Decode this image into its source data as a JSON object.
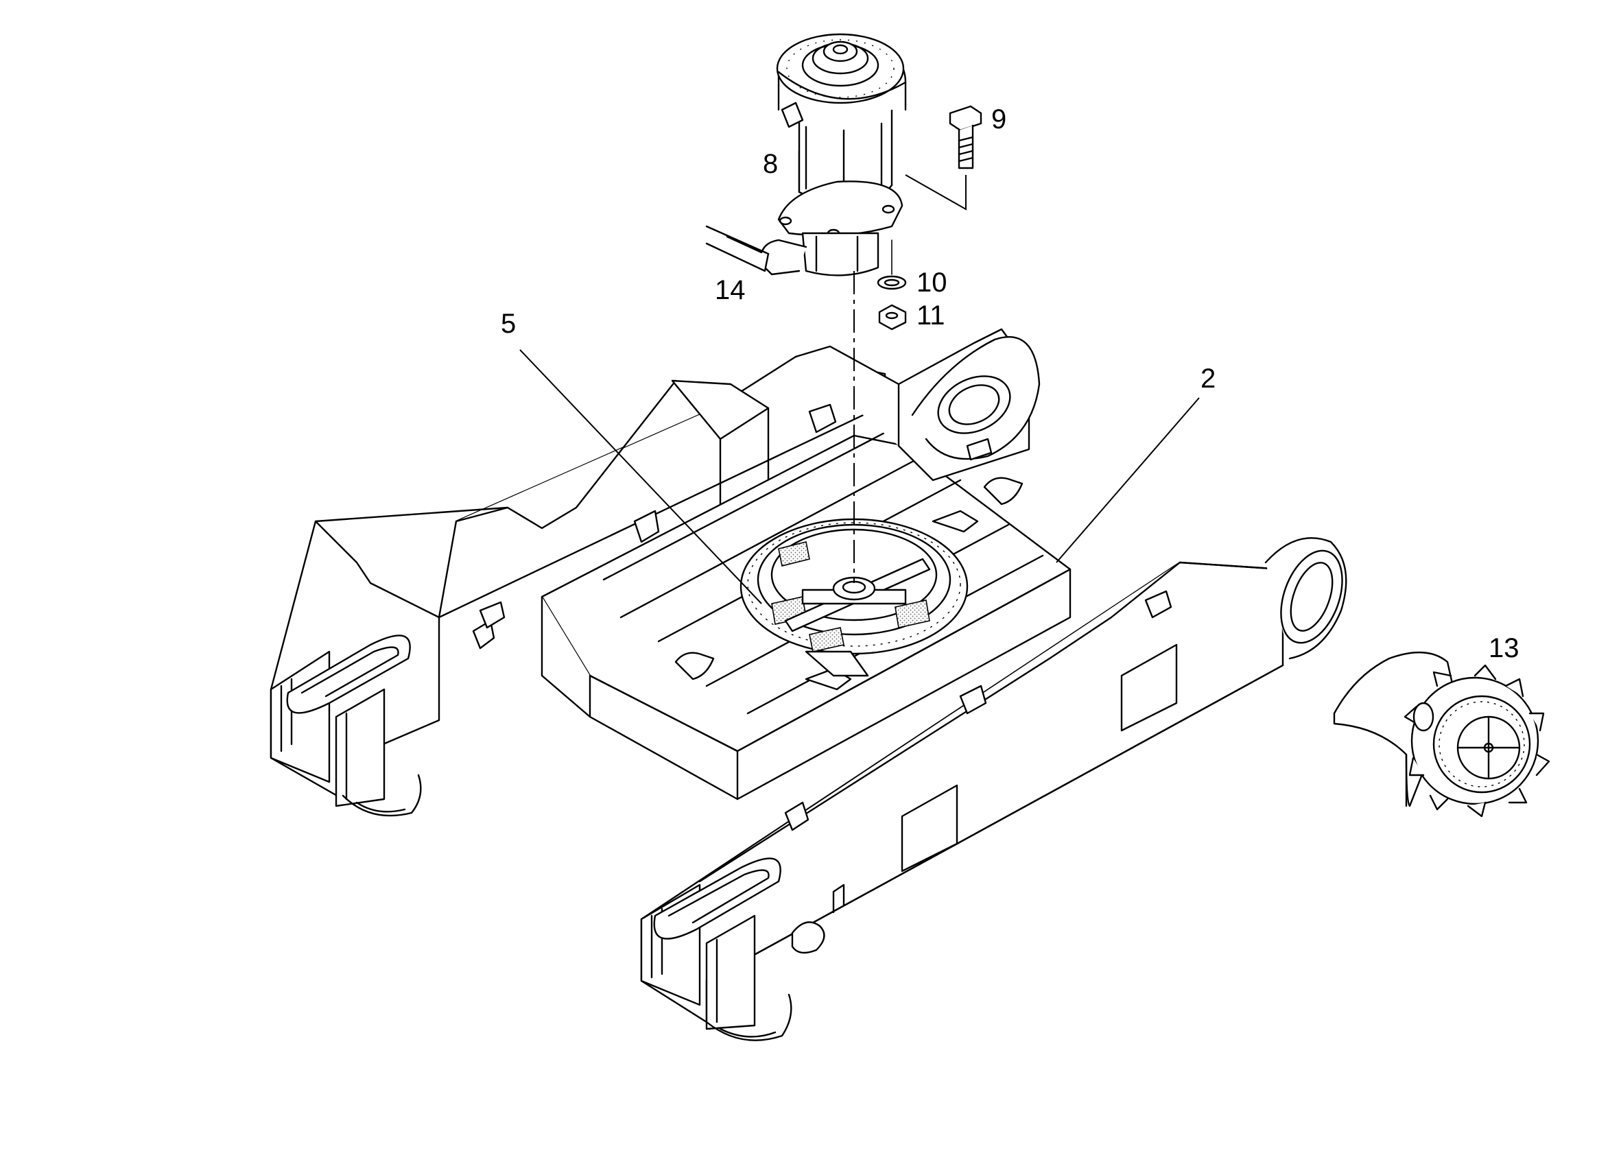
{
  "callouts": [
    {
      "id": "c8",
      "label": "8"
    },
    {
      "id": "c9",
      "label": "9"
    },
    {
      "id": "c10",
      "label": "10"
    },
    {
      "id": "c11",
      "label": "11"
    },
    {
      "id": "c14",
      "label": "14"
    },
    {
      "id": "c5",
      "label": "5"
    },
    {
      "id": "c2",
      "label": "2"
    },
    {
      "id": "c13",
      "label": "13"
    }
  ]
}
